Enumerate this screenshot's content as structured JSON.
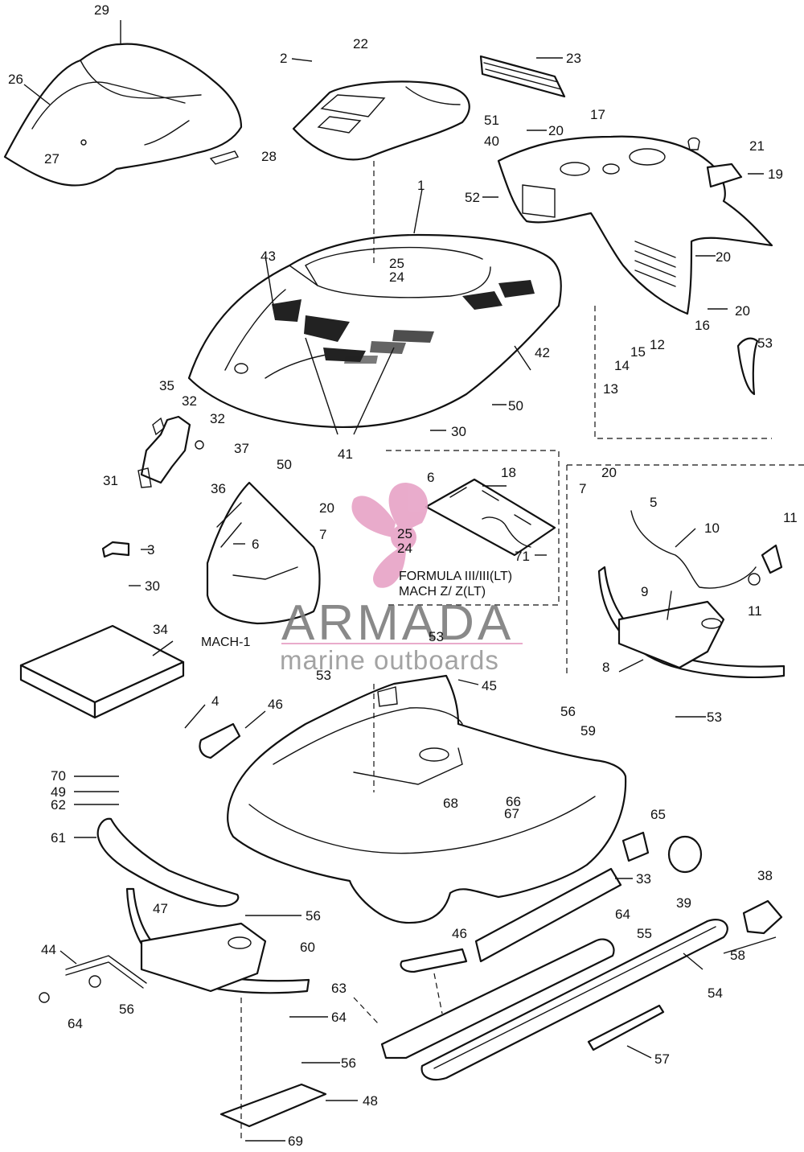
{
  "watermark": {
    "brand": "ARMADA",
    "tagline": "marine outboards",
    "logo_icon": "propeller-logo-icon",
    "logo_color": "#e7a3c6",
    "text_color": "#7d7d7d"
  },
  "captions": {
    "formula_line1": "FORMULA III/III(LT)",
    "formula_line2": "MACH Z/ Z(LT)",
    "mach1": "MACH-1"
  },
  "callouts": {
    "c1": "1",
    "c2": "2",
    "c3": "3",
    "c4": "4",
    "c5": "5",
    "c6a": "6",
    "c6b": "6",
    "c7a": "7",
    "c7b": "7",
    "c8": "8",
    "c9": "9",
    "c10": "10",
    "c11a": "11",
    "c11b": "11",
    "c12": "12",
    "c13": "13",
    "c14": "14",
    "c15": "15",
    "c16": "16",
    "c17": "17",
    "c18": "18",
    "c19": "19",
    "c20a": "20",
    "c20b": "20",
    "c20c": "20",
    "c20d": "20",
    "c20e": "20",
    "c21": "21",
    "c22": "22",
    "c23": "23",
    "c24a": "24",
    "c24b": "24",
    "c25a": "25",
    "c25b": "25",
    "c26": "26",
    "c27": "27",
    "c28": "28",
    "c29": "29",
    "c30a": "30",
    "c30b": "30",
    "c31": "31",
    "c32a": "32",
    "c32b": "32",
    "c33": "33",
    "c34": "34",
    "c35": "35",
    "c36": "36",
    "c37": "37",
    "c38": "38",
    "c39": "39",
    "c40": "40",
    "c41": "41",
    "c42": "42",
    "c43": "43",
    "c44": "44",
    "c45": "45",
    "c46a": "46",
    "c46b": "46",
    "c47": "47",
    "c48": "48",
    "c49": "49",
    "c50a": "50",
    "c50b": "50",
    "c51": "51",
    "c52": "52",
    "c53a": "53",
    "c53b": "53",
    "c53c": "53",
    "c53d": "53",
    "c54": "54",
    "c55": "55",
    "c56a": "56",
    "c56b": "56",
    "c56c": "56",
    "c56d": "56",
    "c57": "57",
    "c58": "58",
    "c59": "59",
    "c60": "60",
    "c61": "61",
    "c62": "62",
    "c63": "63",
    "c64a": "64",
    "c64b": "64",
    "c64c": "64",
    "c65": "65",
    "c66": "66",
    "c67": "67",
    "c68": "68",
    "c69": "69",
    "c70": "70",
    "c71": "71"
  }
}
